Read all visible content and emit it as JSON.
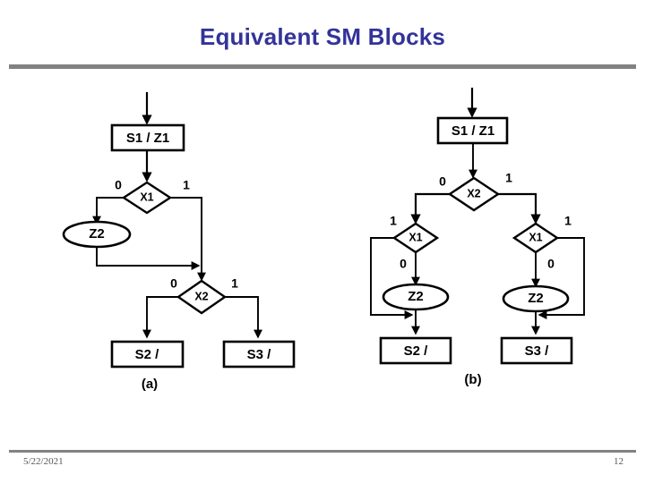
{
  "slide": {
    "title": "Equivalent SM Blocks",
    "footer": {
      "date": "5/22/2021",
      "page_number": "12"
    },
    "accent_color": "#33339a",
    "rule_color": "#828282",
    "background_color": "#ffffff",
    "ink_color": "#000000"
  },
  "chart_data": {
    "type": "diagram",
    "title": "Equivalent SM Blocks",
    "diagrams": [
      {
        "id": "a",
        "caption": "(a)",
        "nodes": [
          {
            "id": "a-state-s1",
            "shape": "rectangle",
            "label": "S1 / Z1"
          },
          {
            "id": "a-decision-x1",
            "shape": "diamond",
            "label": "X1"
          },
          {
            "id": "a-output-z2",
            "shape": "oval",
            "label": "Z2"
          },
          {
            "id": "a-decision-x2",
            "shape": "diamond",
            "label": "X2"
          },
          {
            "id": "a-state-s2",
            "shape": "rectangle",
            "label": "S2 /"
          },
          {
            "id": "a-state-s3",
            "shape": "rectangle",
            "label": "S3 /"
          }
        ],
        "edge_labels": [
          {
            "from": "a-decision-x1",
            "branch": "0",
            "to": "a-output-z2"
          },
          {
            "from": "a-decision-x1",
            "branch": "1",
            "to": "a-decision-x2"
          },
          {
            "from": "a-decision-x2",
            "branch": "0",
            "to": "a-state-s2"
          },
          {
            "from": "a-decision-x2",
            "branch": "1",
            "to": "a-state-s3"
          }
        ]
      },
      {
        "id": "b",
        "caption": "(b)",
        "nodes": [
          {
            "id": "b-state-s1",
            "shape": "rectangle",
            "label": "S1 / Z1"
          },
          {
            "id": "b-decision-x2",
            "shape": "diamond",
            "label": "X2"
          },
          {
            "id": "b-decision-x1-left",
            "shape": "diamond",
            "label": "X1"
          },
          {
            "id": "b-decision-x1-right",
            "shape": "diamond",
            "label": "X1"
          },
          {
            "id": "b-output-z2-left",
            "shape": "oval",
            "label": "Z2"
          },
          {
            "id": "b-output-z2-right",
            "shape": "oval",
            "label": "Z2"
          },
          {
            "id": "b-state-s2",
            "shape": "rectangle",
            "label": "S2 /"
          },
          {
            "id": "b-state-s3",
            "shape": "rectangle",
            "label": "S3 /"
          }
        ],
        "edge_labels": [
          {
            "from": "b-decision-x2",
            "branch": "0",
            "to": "b-decision-x1-left"
          },
          {
            "from": "b-decision-x2",
            "branch": "1",
            "to": "b-decision-x1-right"
          },
          {
            "from": "b-decision-x1-left",
            "branch": "1",
            "to": "b-state-s2"
          },
          {
            "from": "b-decision-x1-left",
            "branch": "0",
            "to": "b-output-z2-left"
          },
          {
            "from": "b-decision-x1-right",
            "branch": "1",
            "to": "b-state-s3"
          },
          {
            "from": "b-decision-x1-right",
            "branch": "0",
            "to": "b-output-z2-right"
          }
        ]
      }
    ]
  },
  "labels": {
    "a": {
      "state_s1": "S1 / Z1",
      "decision_x1": "X1",
      "output_z2": "Z2",
      "decision_x2": "X2",
      "state_s2": "S2 /",
      "state_s3": "S3 /",
      "x1_zero": "0",
      "x1_one": "1",
      "x2_zero": "0",
      "x2_one": "1",
      "caption": "(a)"
    },
    "b": {
      "state_s1": "S1 / Z1",
      "decision_x2": "X2",
      "x2_zero": "0",
      "x2_one": "1",
      "decision_x1_left": "X1",
      "decision_x1_right": "X1",
      "x1_left_one": "1",
      "x1_left_zero": "0",
      "x1_right_one": "1",
      "x1_right_zero": "0",
      "output_z2_left": "Z2",
      "output_z2_right": "Z2",
      "state_s2": "S2 /",
      "state_s3": "S3 /",
      "caption": "(b)"
    }
  }
}
